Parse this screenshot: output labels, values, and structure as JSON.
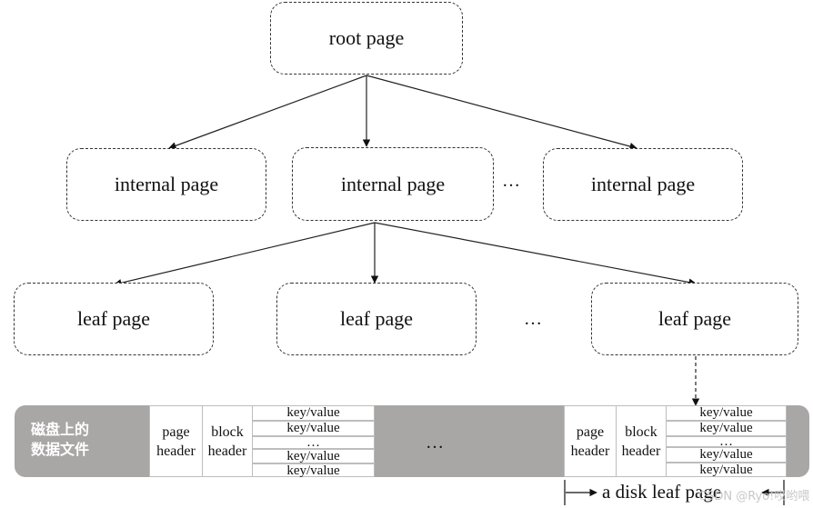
{
  "nodes": {
    "root": "root page",
    "internal": [
      "internal page",
      "internal page",
      "internal page"
    ],
    "leaf": [
      "leaf page",
      "leaf page",
      "leaf page"
    ],
    "ellipsis": "…"
  },
  "disk": {
    "label_line1": "磁盘上的",
    "label_line2": "数据文件",
    "page_header": "page header",
    "block_header": "block header",
    "kv": "key/value",
    "kv_ellipsis": "…",
    "middle_ellipsis": "…",
    "caption": "a disk leaf page"
  },
  "watermark": "CSDN @Ryo!哎哟喂"
}
